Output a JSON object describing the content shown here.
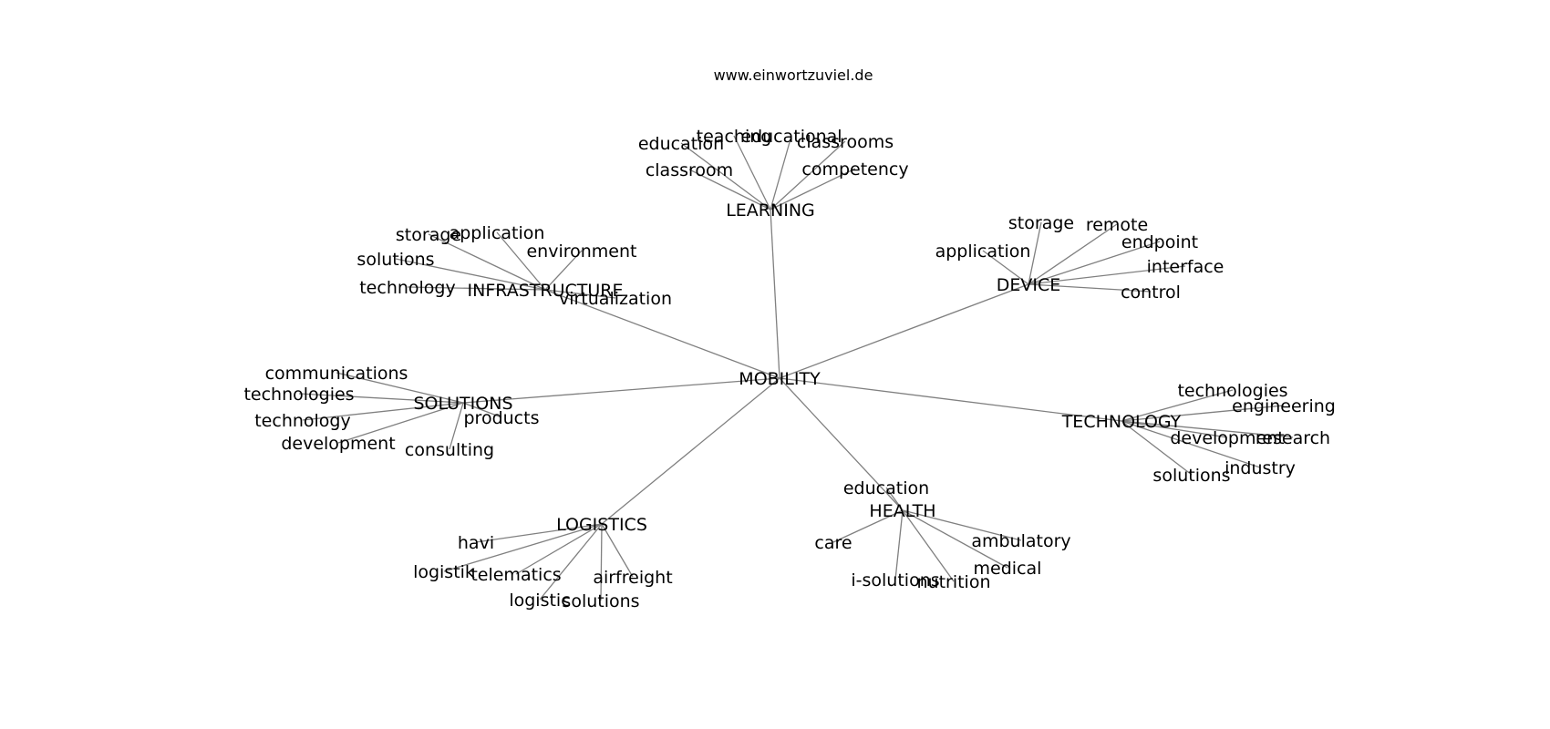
{
  "title": "www.einwortzuviel.de",
  "colors": {
    "edge": "#808080",
    "text": "#000000",
    "background": "#ffffff"
  },
  "graph": {
    "root": "MOBILITY",
    "hubs": [
      {
        "label": "LEARNING",
        "leaves": [
          "education",
          "teaching",
          "educational",
          "classrooms",
          "classroom",
          "competency"
        ]
      },
      {
        "label": "INFRASTRUCTURE",
        "leaves": [
          "storage",
          "application",
          "environment",
          "solutions",
          "technology",
          "virtualization"
        ]
      },
      {
        "label": "DEVICE",
        "leaves": [
          "storage",
          "remote",
          "endpoint",
          "application",
          "interface",
          "control"
        ]
      },
      {
        "label": "SOLUTIONS",
        "leaves": [
          "communications",
          "technologies",
          "technology",
          "development",
          "products",
          "consulting"
        ]
      },
      {
        "label": "TECHNOLOGY",
        "leaves": [
          "technologies",
          "engineering",
          "development",
          "research",
          "industry",
          "solutions"
        ]
      },
      {
        "label": "HEALTH",
        "leaves": [
          "education",
          "care",
          "ambulatory",
          "medical",
          "i-solutions",
          "nutrition"
        ]
      },
      {
        "label": "LOGISTICS",
        "leaves": [
          "havi",
          "logistik",
          "telematics",
          "airfreight",
          "logistic",
          "solutions"
        ]
      }
    ]
  }
}
